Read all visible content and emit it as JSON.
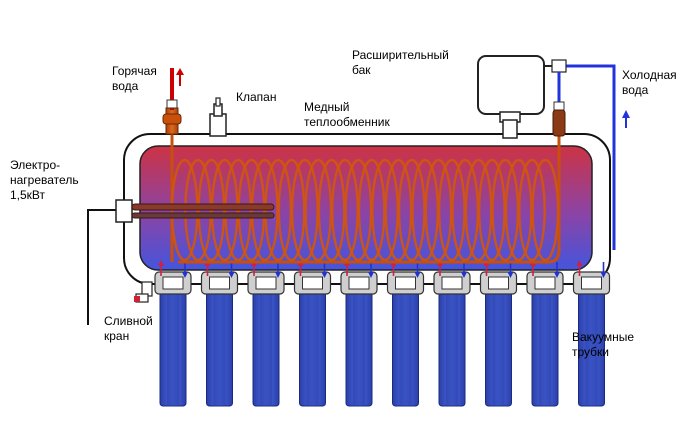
{
  "labels": {
    "hot_water": [
      "Горячая",
      "вода"
    ],
    "valve": [
      "Клапан"
    ],
    "expansion_tank": [
      "Расширительный",
      "бак"
    ],
    "copper_exchanger": [
      "Медный",
      "теплообменник"
    ],
    "cold_water": [
      "Холодная",
      "вода"
    ],
    "heater": [
      "Электро-",
      "нагреватель",
      "1,5кВт"
    ],
    "drain_valve": [
      "Сливной",
      "кран"
    ],
    "vacuum_tubes": [
      "Вакуумные",
      "трубки"
    ]
  },
  "colors": {
    "tank_hot": "#cc3344",
    "tank_cold": "#4455dd",
    "tube_blue": "#3a55c8",
    "copper": "#c8500a",
    "hot_arrow": "#cc0000",
    "cold_pipe": "#2233dd"
  },
  "counts": {
    "vacuum_tubes": 10,
    "coil_loops": 28
  }
}
